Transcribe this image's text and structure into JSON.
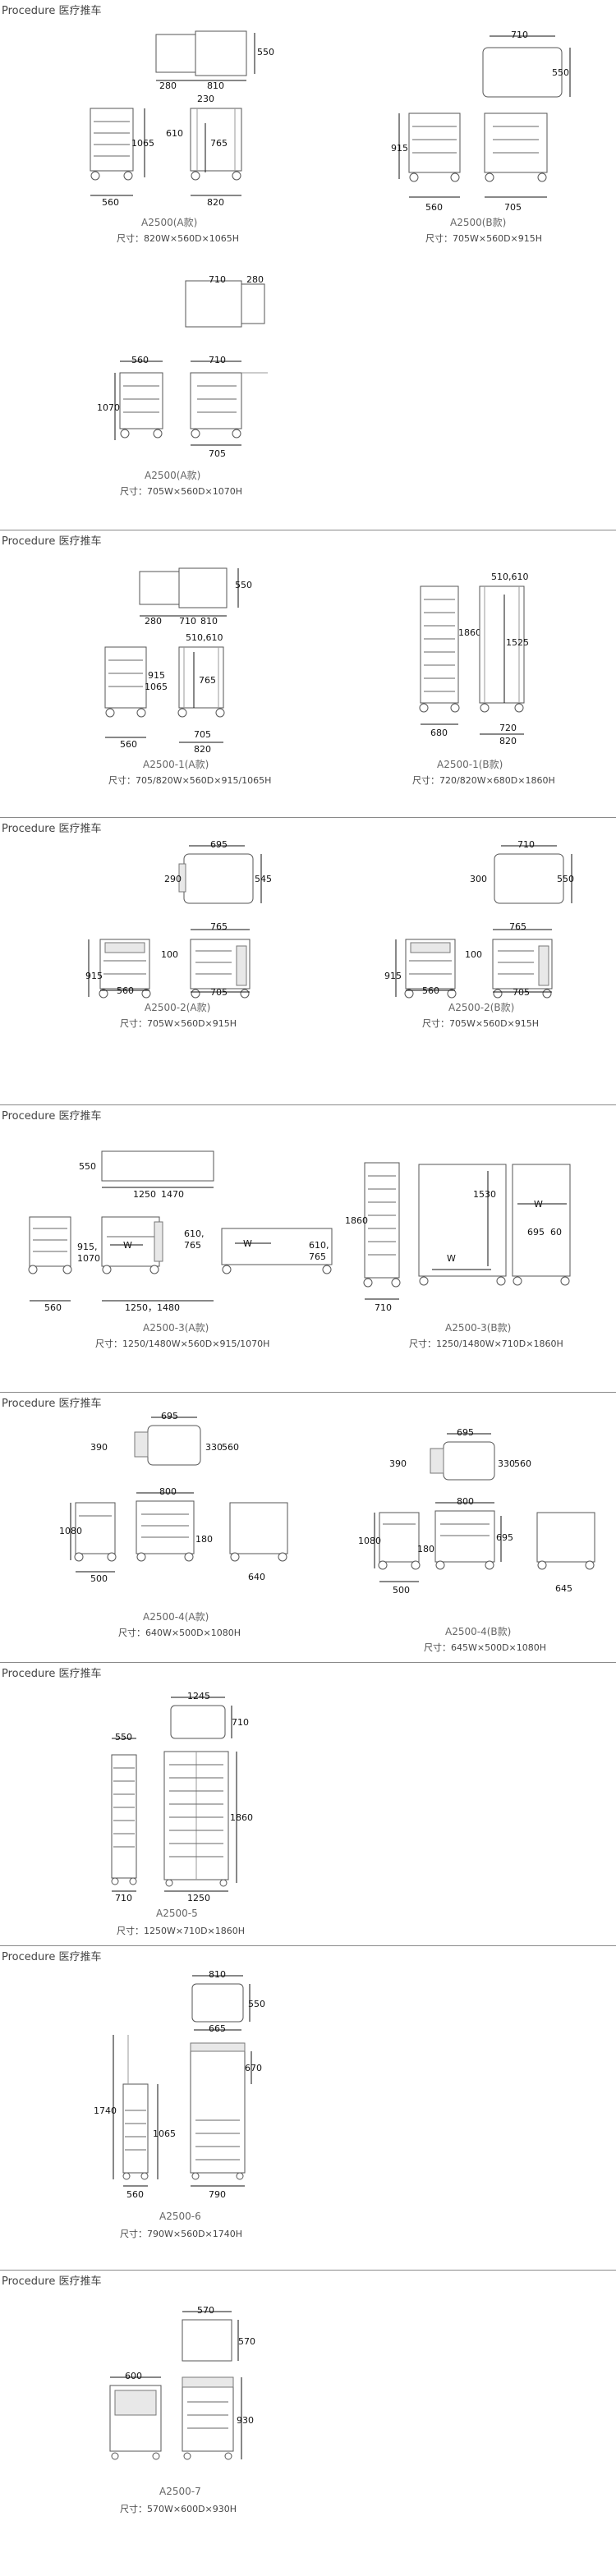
{
  "sections": [
    {
      "title": "Procedure 医疗推车",
      "products": [
        {
          "model": "A2500(A款)",
          "size": "尺寸：820W×560D×1065H"
        },
        {
          "model": "A2500(B款)",
          "size": "尺寸：705W×560D×915H"
        },
        {
          "model": "A2500(A款)",
          "size": "尺寸：705W×560D×1070H"
        }
      ],
      "dims": [
        "550",
        "280",
        "810",
        "230",
        "610",
        "765",
        "1065",
        "560",
        "820",
        "710",
        "550",
        "915",
        "560",
        "705",
        "710",
        "280",
        "560",
        "710",
        "1070",
        "705"
      ]
    },
    {
      "title": "Procedure 医疗推车",
      "products": [
        {
          "model": "A2500-1(A款)",
          "size": "尺寸：705/820W×560D×915/1065H"
        },
        {
          "model": "A2500-1(B款)",
          "size": "尺寸：720/820W×680D×1860H"
        }
      ],
      "dims": [
        "550",
        "280",
        "710",
        "810",
        "510,610",
        "915",
        "1065",
        "765",
        "560",
        "705",
        "820",
        "510,610",
        "1860",
        "1525",
        "680",
        "720",
        "820"
      ]
    },
    {
      "title": "Procedure 医疗推车",
      "products": [
        {
          "model": "A2500-2(A款)",
          "size": "尺寸：705W×560D×915H"
        },
        {
          "model": "A2500-2(B款)",
          "size": "尺寸：705W×560D×915H"
        }
      ],
      "dims": [
        "695",
        "290",
        "545",
        "765",
        "915",
        "100",
        "560",
        "705",
        "710",
        "300",
        "550",
        "765",
        "915",
        "100",
        "560",
        "705"
      ]
    },
    {
      "title": "Procedure 医疗推车",
      "products": [
        {
          "model": "A2500-3(A款)",
          "size": "尺寸：1250/1480W×560D×915/1070H"
        },
        {
          "model": "A2500-3(B款)",
          "size": "尺寸：1250/1480W×710D×1860H"
        }
      ],
      "dims": [
        "550",
        "1250",
        "1470",
        "915,",
        "1070",
        "610,",
        "765",
        "W",
        "610,",
        "765",
        "W",
        "560",
        "1250，1480",
        "1860",
        "1530",
        "W",
        "W",
        "695",
        "60",
        "710"
      ]
    },
    {
      "title": "Procedure 医疗推车",
      "products": [
        {
          "model": "A2500-4(A款)",
          "size": "尺寸：640W×500D×1080H"
        },
        {
          "model": "A2500-4(B款)",
          "size": "尺寸：645W×500D×1080H"
        }
      ],
      "dims": [
        "695",
        "390",
        "330",
        "560",
        "800",
        "1080",
        "180",
        "500",
        "640",
        "695",
        "390",
        "330",
        "560",
        "800",
        "1080",
        "180",
        "695",
        "500",
        "645"
      ]
    },
    {
      "title": "Procedure 医疗推车",
      "products": [
        {
          "model": "A2500-5",
          "size": "尺寸：1250W×710D×1860H"
        }
      ],
      "dims": [
        "1245",
        "710",
        "550",
        "1860",
        "710",
        "1250"
      ]
    },
    {
      "title": "Procedure 医疗推车",
      "products": [
        {
          "model": "A2500-6",
          "size": "尺寸：790W×560D×1740H"
        }
      ],
      "dims": [
        "810",
        "550",
        "665",
        "670",
        "1740",
        "1065",
        "560",
        "790"
      ]
    },
    {
      "title": "Procedure 医疗推车",
      "products": [
        {
          "model": "A2500-7",
          "size": "尺寸：570W×600D×930H"
        }
      ],
      "dims": [
        "570",
        "570",
        "600",
        "930"
      ]
    }
  ]
}
